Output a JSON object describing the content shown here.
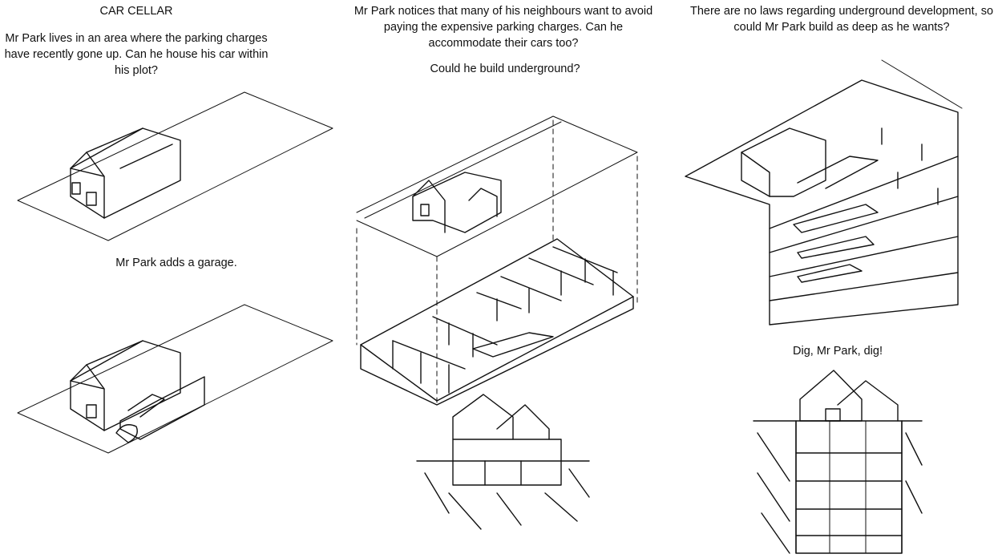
{
  "column1": {
    "title": "CAR CELLAR",
    "intro": "Mr Park lives in an area where the parking charges have recently gone up. Can he house his car within his plot?",
    "garage_caption": "Mr Park adds a garage."
  },
  "column2": {
    "intro": "Mr Park notices that many of his neighbours want to avoid paying the expensive parking charges. Can he accommodate their cars too?",
    "question": "Could he build underground?"
  },
  "column3": {
    "intro": "There are no laws regarding underground development, so could Mr Park build as deep as he wants?",
    "caption": "Dig, Mr Park, dig!"
  }
}
